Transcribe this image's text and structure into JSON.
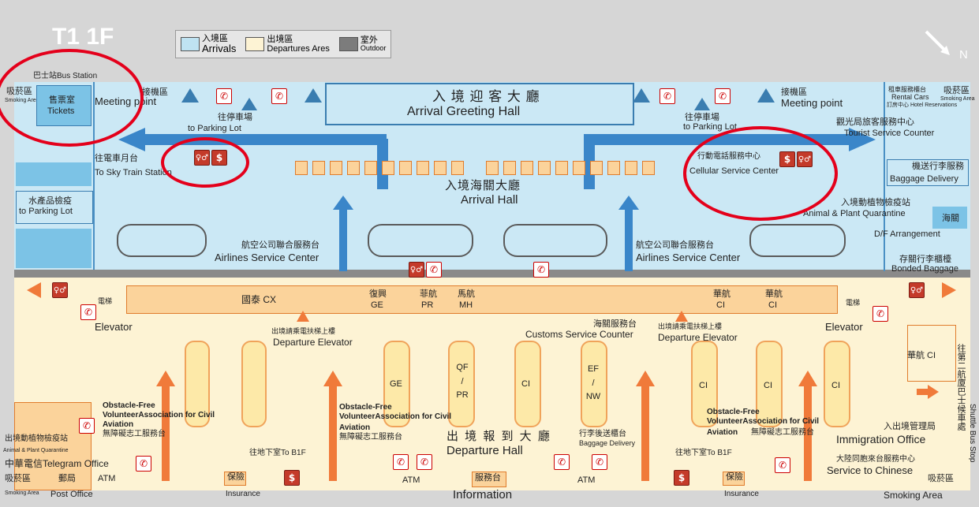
{
  "map": {
    "floor_label": "T1 1F",
    "north_label": "N",
    "legend": [
      {
        "zh": "入境區",
        "en": "Arrivals",
        "color": "#bfe3f2"
      },
      {
        "zh": "出境區",
        "en": "Departures Ares",
        "color": "#fdf3d4"
      },
      {
        "zh": "室外",
        "en": "Outdoor",
        "color": "#7c7c7c"
      }
    ],
    "arrival": {
      "greeting_hall_zh": "入 境 迎 客 大 廳",
      "greeting_hall_en": "Arrival Greeting Hall",
      "arrival_hall_zh": "入境海關大廳",
      "arrival_hall_en": "Arrival  Hall",
      "bus_station": "巴士站Bus Station",
      "smoking_zh": "吸菸區",
      "smoking_en": "Smoking Area",
      "tickets_zh": "售票室",
      "tickets_en": "Tickets",
      "meeting_zh": "接機區",
      "meeting_en": "Meeting point",
      "parking_zh": "往停車場",
      "parking_en": "to Parking Lot",
      "skytrain_zh": "往電車月台",
      "skytrain_en": "To Sky Train Station",
      "quarantine_left_zh": "水產品檢疫",
      "quarantine_left_en": "to Parking Lot",
      "airlines_zh": "航空公司聯合服務台",
      "airlines_en": "Airlines Service Center",
      "tourist_zh": "觀光局旅客服務中心",
      "tourist_en": "Tourist Service Counter",
      "cellular_zh": "行動電話服務中心",
      "cellular_en": "Cellular Service Center",
      "baggage_delivery_zh": "機送行李服務",
      "baggage_delivery_en": "Baggage Delivery",
      "animal_zh": "入境動植物檢疫站",
      "animal_en": "Animal & Plant Quarantine",
      "customs_zh": "海關",
      "df": "D/F Arrangement",
      "bonded_zh": "存關行李櫃檯",
      "bonded_en": "Bonded Baggage",
      "rental_zh": "租車服務櫃台",
      "rental_en": "Rental Cars",
      "hotel_zh": "訂房中心",
      "hotel_en": "Hotel Reservations",
      "smoking_right_zh": "吸菸區",
      "smoking_right_en": "Smoking Area"
    },
    "departure": {
      "hall_zh": "出 境 報 到 大 廳",
      "hall_en": "Departure Hall",
      "cx": "國泰 CX",
      "ge_zh": "復興",
      "ge_en": "GE",
      "pr_zh": "菲航",
      "pr_en": "PR",
      "mh_zh": "馬航",
      "mh_en": "MH",
      "ci_zh": "華航",
      "ci_en": "CI",
      "elevator_zh": "電梯",
      "elevator_en": "Elevator",
      "dep_elevator_zh": "出境請乘電扶梯上樓",
      "dep_elevator_en": "Departure Elevator",
      "customs_service_zh": "海關服務台",
      "customs_service_en": "Customs Service Counter",
      "counters": [
        "GE",
        "QF / PR",
        "CI",
        "EF / NW",
        "CI",
        "CI",
        "CI"
      ],
      "obstacle_en_1": "Obstacle-Free",
      "obstacle_en_2": "VolunteerAssociation for Civil",
      "obstacle_en_3": "Aviation",
      "obstacle_zh": "無障礙志工服務台",
      "baggage_zh": "行李後送櫃台",
      "baggage_en": "Baggage Delivery",
      "b1_zh": "往地下室To B1F",
      "insurance_zh": "保險",
      "insurance_en": "Insurance",
      "atm": "ATM",
      "information_zh": "服務台",
      "information_en": "Information",
      "post_zh": "郵局",
      "post_en": "Post Office",
      "telegram": "中華電信Telegram Office",
      "animal_exit_zh": "出境動植物檢疫站",
      "animal_exit_en": "Animal & Plant Quarantine",
      "smoking_left_zh": "吸菸區",
      "smoking_left_en": "Smoking Area",
      "immigration_zh": "入出境管理局",
      "immigration_en": "Immigration Office",
      "chinese_zh": "大陸同胞來台服務中心",
      "chinese_en": "Service to Chinese",
      "smoking_right_zh": "吸菸區",
      "smoking_right_en": "Smoking Area",
      "shuttle_zh": "往第二航廈巴士候車處",
      "shuttle_en": "Shuttle Bus Stop",
      "ci_right": "華航 CI"
    }
  }
}
